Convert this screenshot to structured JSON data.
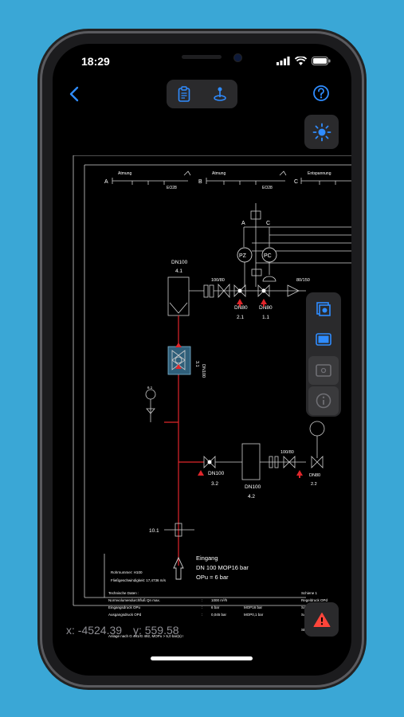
{
  "status": {
    "time": "18:29"
  },
  "colors": {
    "accent": "#2f8cff",
    "background": "#3aa7d6",
    "warning": "#ff453a",
    "pipe": "#e0262b",
    "highlight": "#2f5f7a"
  },
  "toolbar": {
    "back_icon": "chevron-left-icon",
    "segments": [
      "clipboard-icon",
      "location-pin-icon"
    ],
    "help_icon": "question-circle-icon",
    "brightness_icon": "sun-icon"
  },
  "drawing": {
    "lines": {
      "a": "A",
      "b": "B",
      "c": "C"
    },
    "line_labels": {
      "atmung1": "Atmung",
      "atmung2": "Atmung",
      "entspannung": "Entspannung"
    },
    "line_tags": {
      "eo28_1": "EO28",
      "eo28_2": "EO28"
    },
    "dn100_top": "DN100",
    "tag_41": "4.1",
    "size_100_80": "100/80",
    "size_80_150": "80/150",
    "pz": "PZ",
    "pc": "PC",
    "dn80_a": "DN80",
    "dn80_b": "DN80",
    "tag_21": "2.1",
    "tag_11": "1.1",
    "tag_31": "3.1",
    "dn100_vertical": "DN100",
    "tag_61": "6.1",
    "tag_101": "10.1",
    "dn100_valve": "DN100",
    "tag_32": "3.2",
    "dn100_filter": "DN100",
    "tag_42": "4.2",
    "size_100_80_b": "100/80",
    "pz_b": "PZ",
    "dn80_c": "DN80",
    "tag_22": "2.2",
    "eingang": "Eingang",
    "dn_line": "DN  100    MOP16 bar",
    "opu_line": "OPu =     6 bar",
    "rohrnummer": "Rohrnummer: H100",
    "fliess": "Fließgeschwindigkeit: 17,4736 m/s",
    "tech_title": "Technische Daten :",
    "tech_rows": [
      {
        "label": "Normvolumendurchfluß Qn max.",
        "sep": ":",
        "value": "1000 m³/h",
        "extra": ""
      },
      {
        "label": "Eingangsdruck OPu",
        "sep": ":",
        "value": "6 bar",
        "extra": "MOP16 bar"
      },
      {
        "label": "Ausgangsdruck OPd",
        "sep": ":",
        "value": "0,045 bar",
        "extra": "MOP0,1 bar"
      }
    ],
    "anlage": "Anlage nach G 491/G 492, MOPu > 5,0 bar(ü) !",
    "schiene_title": "Schiene 1",
    "schiene_rows": [
      "Regeldruck OPd",
      "SAV Pdso",
      "SAV Pdsu",
      "SBV Pds"
    ]
  },
  "tools": [
    "layers-icon",
    "rectangle-icon",
    "screen-icon",
    "info-icon"
  ],
  "coords": {
    "x": "x: -4524.39",
    "y": "y: 559.58"
  },
  "warning_icon": "warning-triangle-icon"
}
